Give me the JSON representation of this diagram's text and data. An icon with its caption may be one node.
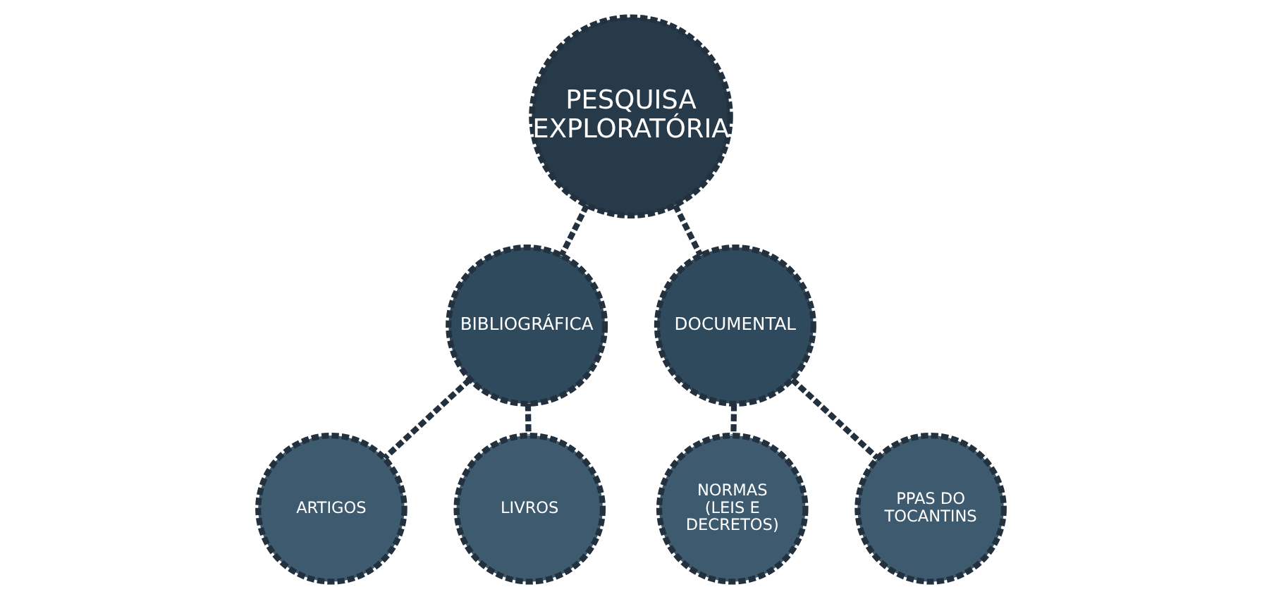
{
  "diagram": {
    "nodes": [
      {
        "text": [
          "PESQUISA EXPLORATÓRIA"
        ]
      },
      {
        "text": [
          "BIBLIOGRÁFICA"
        ]
      },
      {
        "text": [
          "DOCUMENTAL"
        ]
      },
      {
        "text": [
          "ARTIGOS"
        ]
      },
      {
        "text": [
          "LIVROS"
        ]
      },
      {
        "text": [
          "NORMAS (LEIS E DECRETOS)"
        ]
      },
      {
        "text": [
          "PPAS DO TOCANTINS"
        ]
      }
    ],
    "edges": [
      {
        "from": 0,
        "to": 1,
        "arrow": "none",
        "style": "dashed"
      },
      {
        "from": 0,
        "to": 2,
        "arrow": "none",
        "style": "dashed"
      },
      {
        "from": 1,
        "to": 3,
        "arrow": "none",
        "style": "dashed"
      },
      {
        "from": 1,
        "to": 4,
        "arrow": "none",
        "style": "dashed"
      },
      {
        "from": 2,
        "to": 5,
        "arrow": "none",
        "style": "dashed"
      },
      {
        "from": 2,
        "to": 6,
        "arrow": "none",
        "style": "dashed"
      }
    ]
  }
}
